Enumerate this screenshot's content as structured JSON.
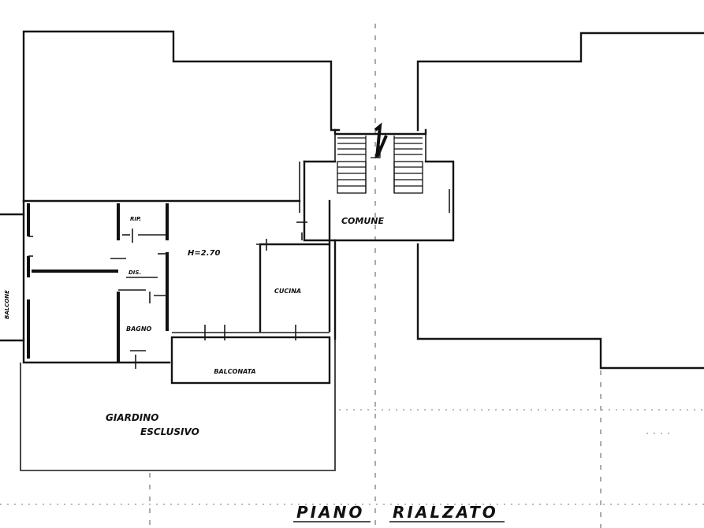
{
  "labels": {
    "comune": "COMUNE",
    "rip": "RIP.",
    "dis": "DIS.",
    "height": "H=2.70",
    "cucina": "CUCINA",
    "bagno": "BAGNO",
    "balcone_side": "BALCONE",
    "balconata": "BALCONATA",
    "giardino_1": "GIARDINO",
    "giardino_2": "ESCLUSIVO",
    "title_1": "PIANO",
    "title_2": "RIALZATO"
  }
}
